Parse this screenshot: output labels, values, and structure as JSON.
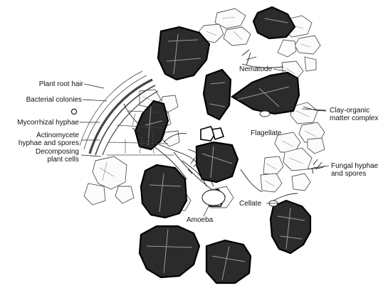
{
  "labels": {
    "plant_root_hair": "Plant root hair",
    "bacterial_colonies": "Bacterial colonies",
    "mycorrhizal_hyphae": "Mycorrhizal hyphae",
    "actinomycete_line1": "Actinomycete",
    "actinomycete_line2": "hyphae and spores",
    "decomposing_line1": "Decomposing",
    "decomposing_line2": "plant cells",
    "nematode": "Nematode",
    "clay_line1": "Clay-organic",
    "clay_line2": "matter complex",
    "flagellate": "Flagellate",
    "fungal_line1": "Fungal hyphae",
    "fungal_line2": "and spores",
    "cellate": "Cellate",
    "amoeba": "Amoeba"
  }
}
